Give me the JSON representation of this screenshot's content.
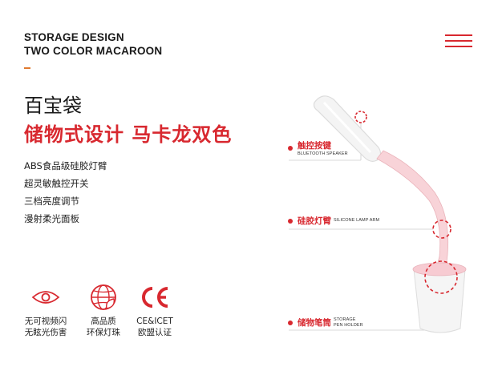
{
  "header": {
    "line1": "STORAGE DESIGN",
    "line2": "TWO COLOR MACAROON",
    "menu_icon": "hamburger-menu-icon"
  },
  "title": {
    "cn_main": "百宝袋",
    "cn_sub": "储物式设计 马卡龙双色"
  },
  "features": [
    "ABS食品级硅胶灯臂",
    "超灵敏触控开关",
    "三档亮度调节",
    "漫射柔光面板"
  ],
  "certs": [
    {
      "icon": "eye-icon",
      "line1": "无可视频闪",
      "line2": "无眩光伤害"
    },
    {
      "icon": "globe-leaf-icon",
      "line1": "高品质",
      "line2": "环保灯珠"
    },
    {
      "icon": "ce-mark-icon",
      "line1": "CE&ICET",
      "line2": "欧盟认证"
    }
  ],
  "callouts": [
    {
      "cn": "触控按键",
      "en": "BLUETOOTH SPEAKER"
    },
    {
      "cn": "硅胶灯臂",
      "en": "SILICONE LAMP ARM"
    },
    {
      "cn": "储物笔筒",
      "en_line1": "STORAGE",
      "en_line2": "PEN HOLDER"
    }
  ],
  "colors": {
    "accent_red": "#d8282f",
    "accent_orange": "#e07a2f",
    "macaron_pink": "#f6c9cf",
    "lamp_white": "#f7f7f7"
  }
}
